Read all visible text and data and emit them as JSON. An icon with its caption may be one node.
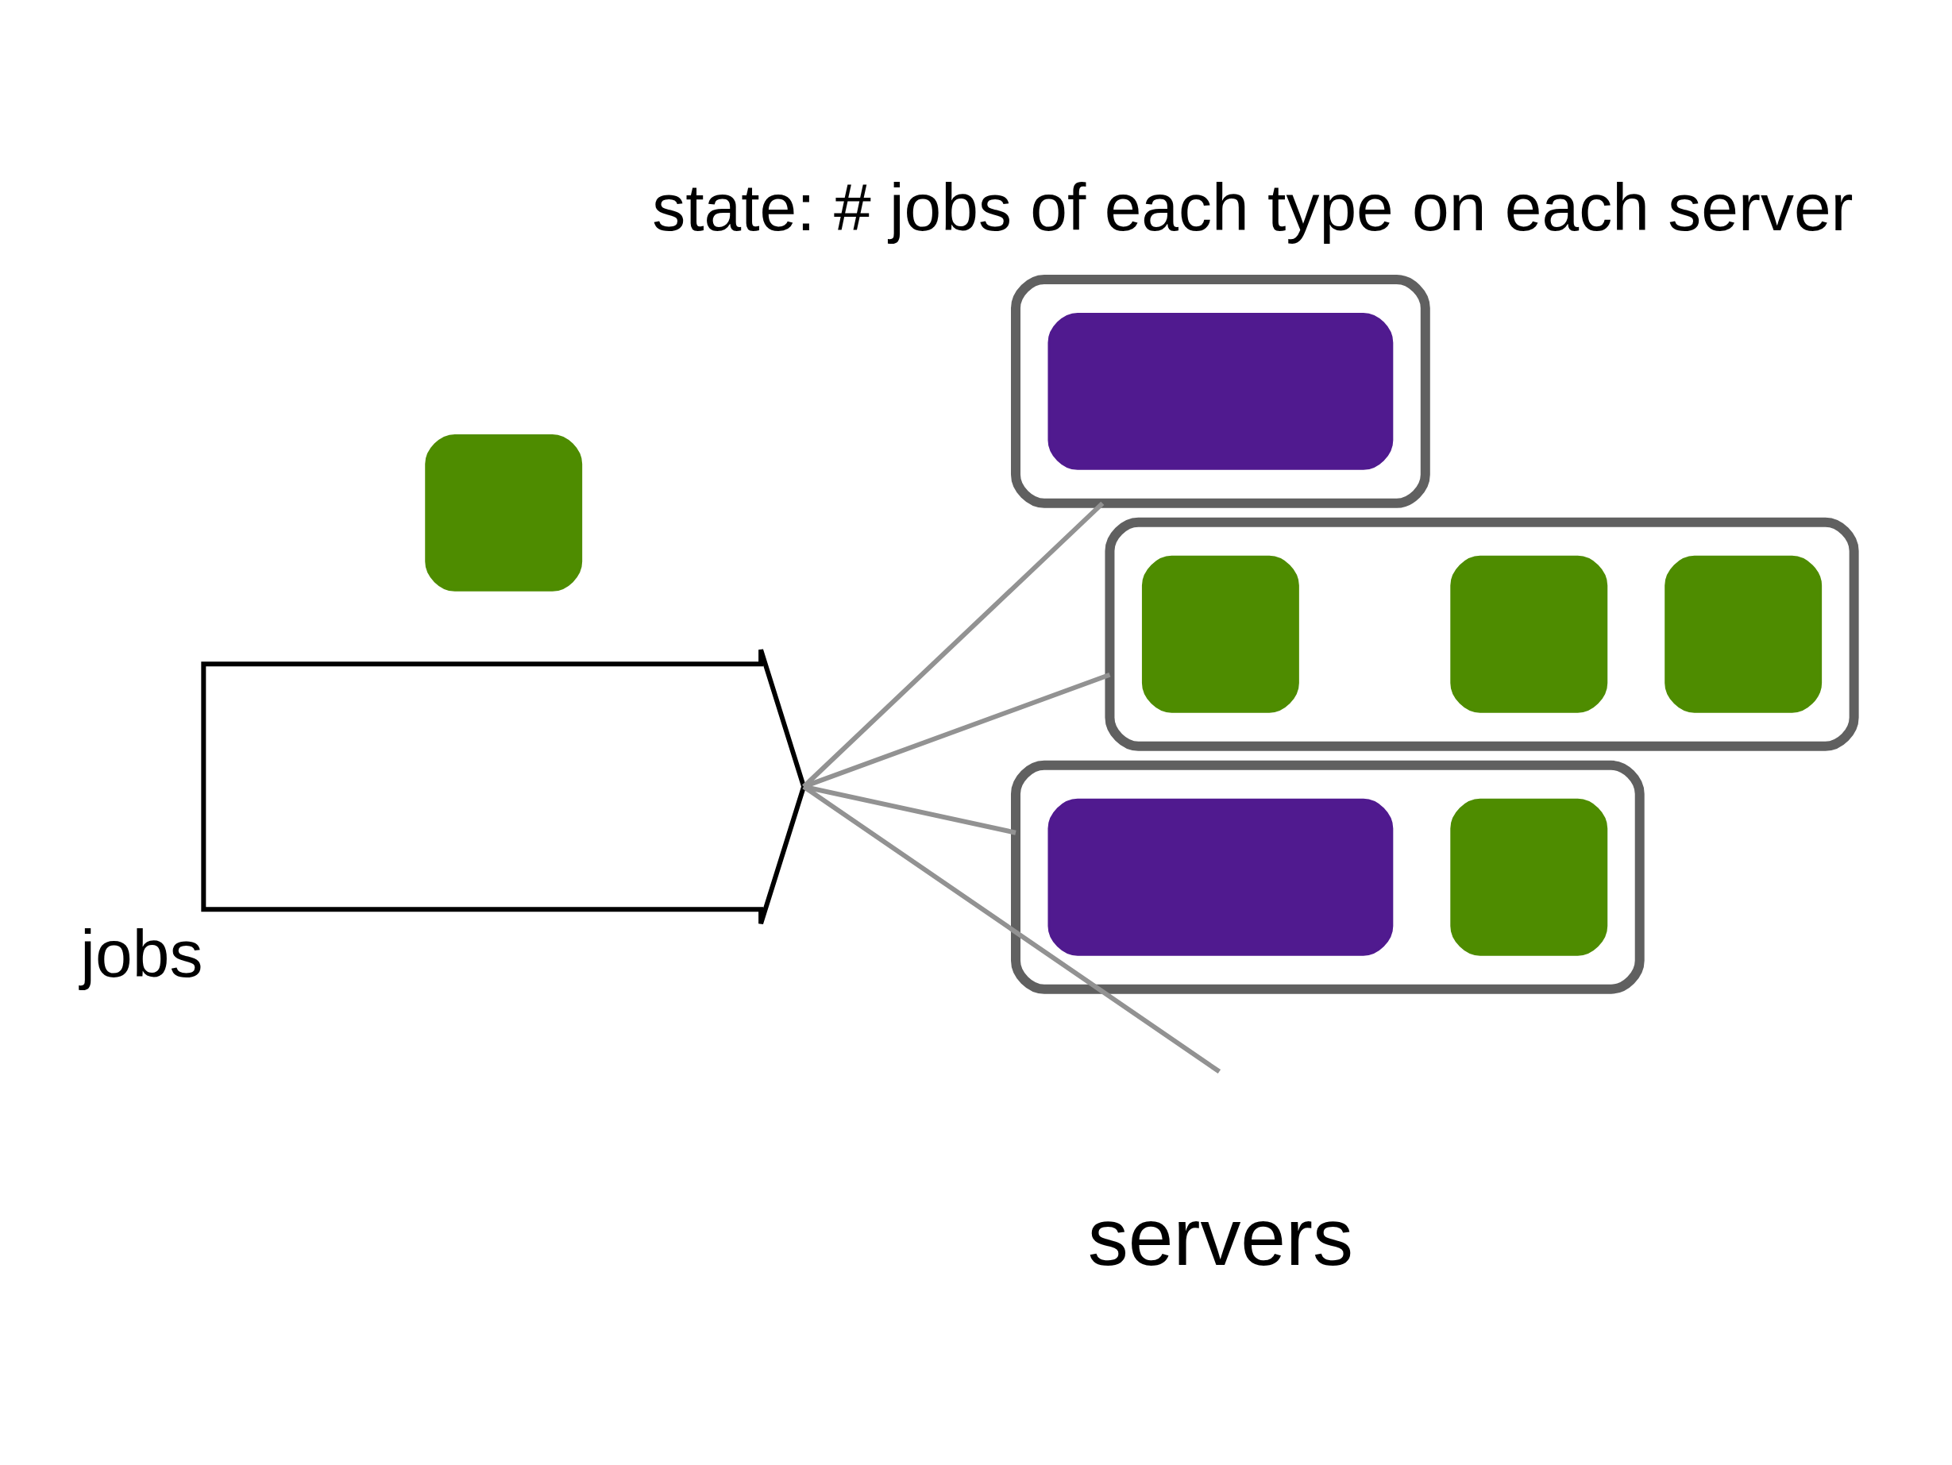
{
  "diagram": {
    "nodes": [
      {
        "text": [],
        "shape": "arrow",
        "beside": [
          "jobs"
        ]
      },
      {
        "text": [],
        "shape": "box"
      },
      {
        "text": [],
        "shape": "box"
      },
      {
        "text": [],
        "shape": "box",
        "in": 2
      },
      {
        "text": [],
        "shape": "box"
      },
      {
        "text": [],
        "shape": "box",
        "in": 4
      },
      {
        "text": [],
        "shape": "box",
        "in": 4
      },
      {
        "text": [],
        "shape": "box",
        "in": 4
      },
      {
        "text": [],
        "shape": "box"
      },
      {
        "text": [],
        "shape": "box",
        "in": 8
      },
      {
        "text": [],
        "shape": "box",
        "in": 8
      }
    ],
    "edges": [
      {
        "from": 0,
        "to": 2,
        "arrow": "none"
      },
      {
        "from": 0,
        "to": 4,
        "arrow": "none"
      },
      {
        "from": 0,
        "to": 8,
        "arrow": "none"
      },
      {
        "from": 0,
        "to": null,
        "arrow": "none"
      }
    ],
    "title": "state: # jobs of each type on each server",
    "labels": [
      "servers"
    ]
  }
}
